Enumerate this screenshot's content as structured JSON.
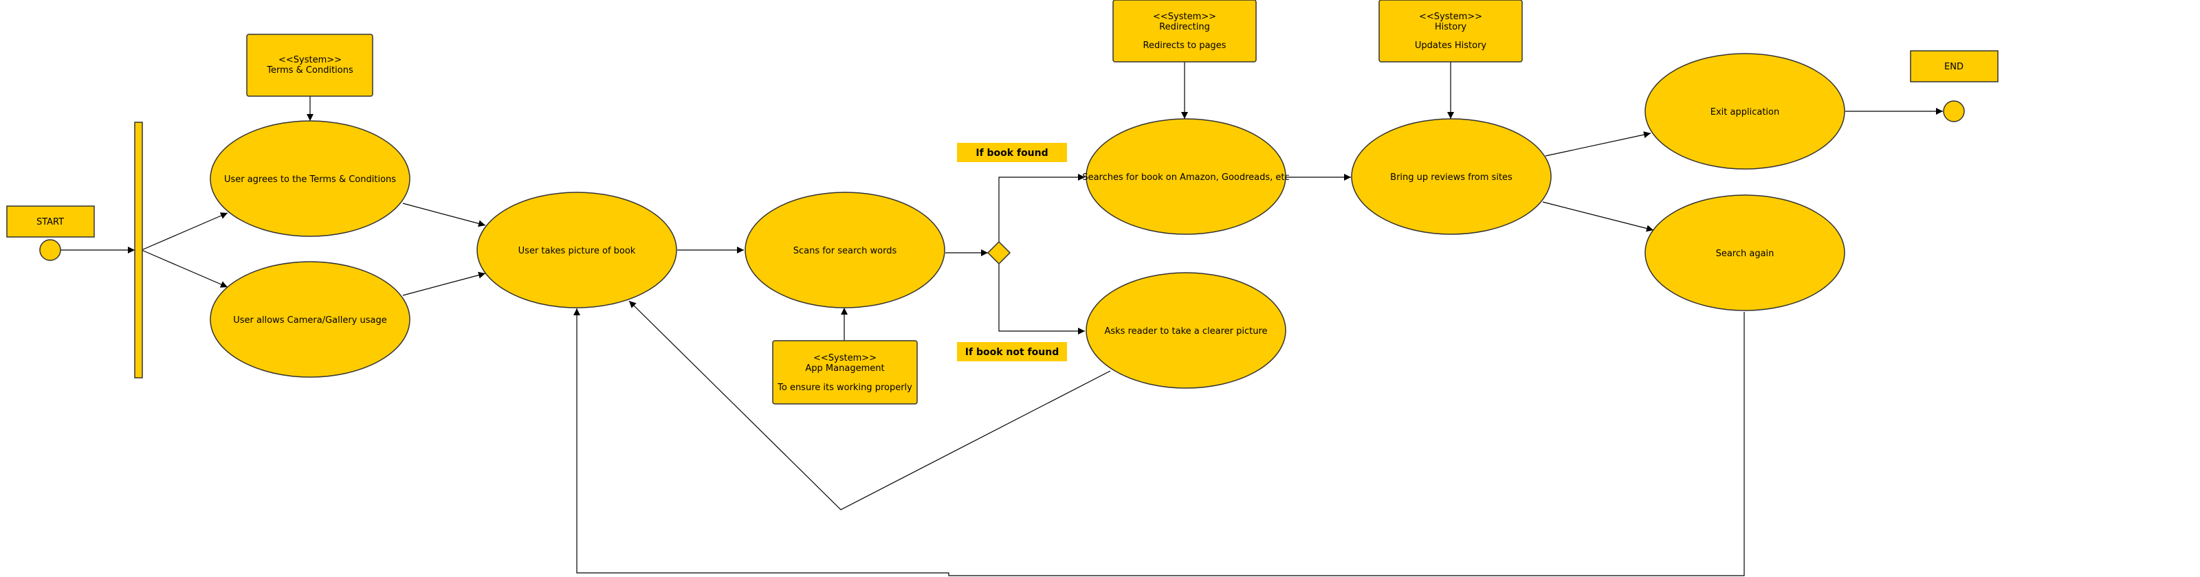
{
  "colors": {
    "fill": "#ffcc00",
    "stroke": "#333333",
    "edge": "#000000",
    "highlight": "#ffcc00"
  },
  "labels": {
    "start": "START",
    "end": "END",
    "terms_system": "<<System>>",
    "terms_name": "Terms & Conditions",
    "redirect_system": "<<System>>",
    "redirect_name": "Redirecting",
    "redirect_desc": "Redirects to pages",
    "history_system": "<<System>>",
    "history_name": "History",
    "history_desc": "Updates History",
    "app_system": "<<System>>",
    "app_name": "App Management",
    "app_desc": "To ensure its working properly",
    "agree": "User agrees to the Terms & Conditions",
    "camera": "User allows Camera/Gallery usage",
    "picture": "User takes picture of book",
    "scan": "Scans for search words",
    "search": "Searches for book on Amazon, Goodreads, etc",
    "clearer": "Asks reader to take a clearer picture",
    "reviews": "Bring up reviews from sites",
    "exit": "Exit application",
    "again": "Search again",
    "found": "If book found",
    "not_found": "If book not found"
  }
}
